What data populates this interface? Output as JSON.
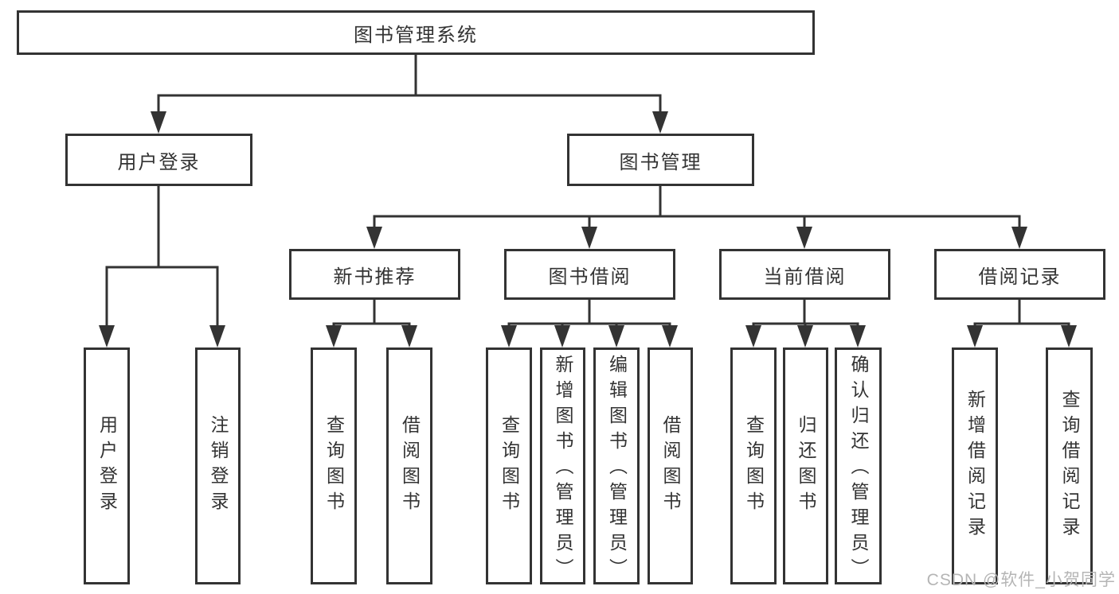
{
  "diagram": {
    "type": "hierarchy-tree",
    "watermark": "CSDN @软件_小贺同学",
    "colors": {
      "background": "#ffffff",
      "line": "#333333",
      "box_border": "#333333",
      "text": "#333333",
      "watermark_text": "#b5b5b5"
    },
    "nodes": {
      "root": {
        "label": "图书管理系统"
      },
      "user_login": {
        "label": "用户登录"
      },
      "book_mgmt": {
        "label": "图书管理"
      },
      "new_book_rec": {
        "label": "新书推荐"
      },
      "book_borrow": {
        "label": "图书借阅"
      },
      "current_borrow": {
        "label": "当前借阅"
      },
      "borrow_record": {
        "label": "借阅记录"
      },
      "login": {
        "label": "用户登录"
      },
      "logout": {
        "label": "注销登录"
      },
      "rec_query_book": {
        "label": "查询图书"
      },
      "rec_borrow_book": {
        "label": "借阅图书"
      },
      "bb_query_book": {
        "label": "查询图书"
      },
      "bb_add_book": {
        "label": "新增图书（管理员）"
      },
      "bb_edit_book": {
        "label": "编辑图书（管理员）"
      },
      "bb_borrow_book": {
        "label": "借阅图书"
      },
      "cb_query_book": {
        "label": "查询图书"
      },
      "cb_return_book": {
        "label": "归还图书"
      },
      "cb_confirm_return": {
        "label": "确认归还（管理员）"
      },
      "br_add_record": {
        "label": "新增借阅记录"
      },
      "br_query_record": {
        "label": "查询借阅记录"
      }
    }
  }
}
